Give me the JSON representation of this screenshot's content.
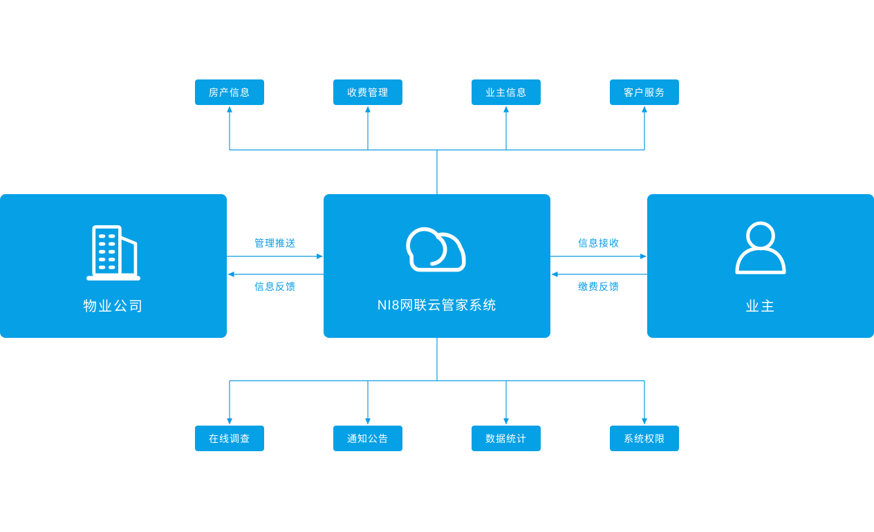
{
  "colors": {
    "canvas_bg": "#ffffff",
    "box_fill": "#05a0e5",
    "box_text": "#ffffff",
    "connector": "#0a9de4"
  },
  "top_modules": [
    {
      "label": "房产信息"
    },
    {
      "label": "收费管理"
    },
    {
      "label": "业主信息"
    },
    {
      "label": "客户服务"
    }
  ],
  "bottom_modules": [
    {
      "label": "在线调查"
    },
    {
      "label": "通知公告"
    },
    {
      "label": "数据统计"
    },
    {
      "label": "系统权限"
    }
  ],
  "entities": {
    "property_company": {
      "label": "物业公司",
      "icon": "building-icon"
    },
    "cloud_system": {
      "label": "NI8网联云管家系统",
      "icon": "cloud-icon"
    },
    "owner": {
      "label": "业主",
      "icon": "person-icon"
    }
  },
  "flows": {
    "manage_push": "管理推送",
    "info_feedback": "信息反馈",
    "info_receive": "信息接收",
    "payment_feedback": "缴费反馈"
  }
}
